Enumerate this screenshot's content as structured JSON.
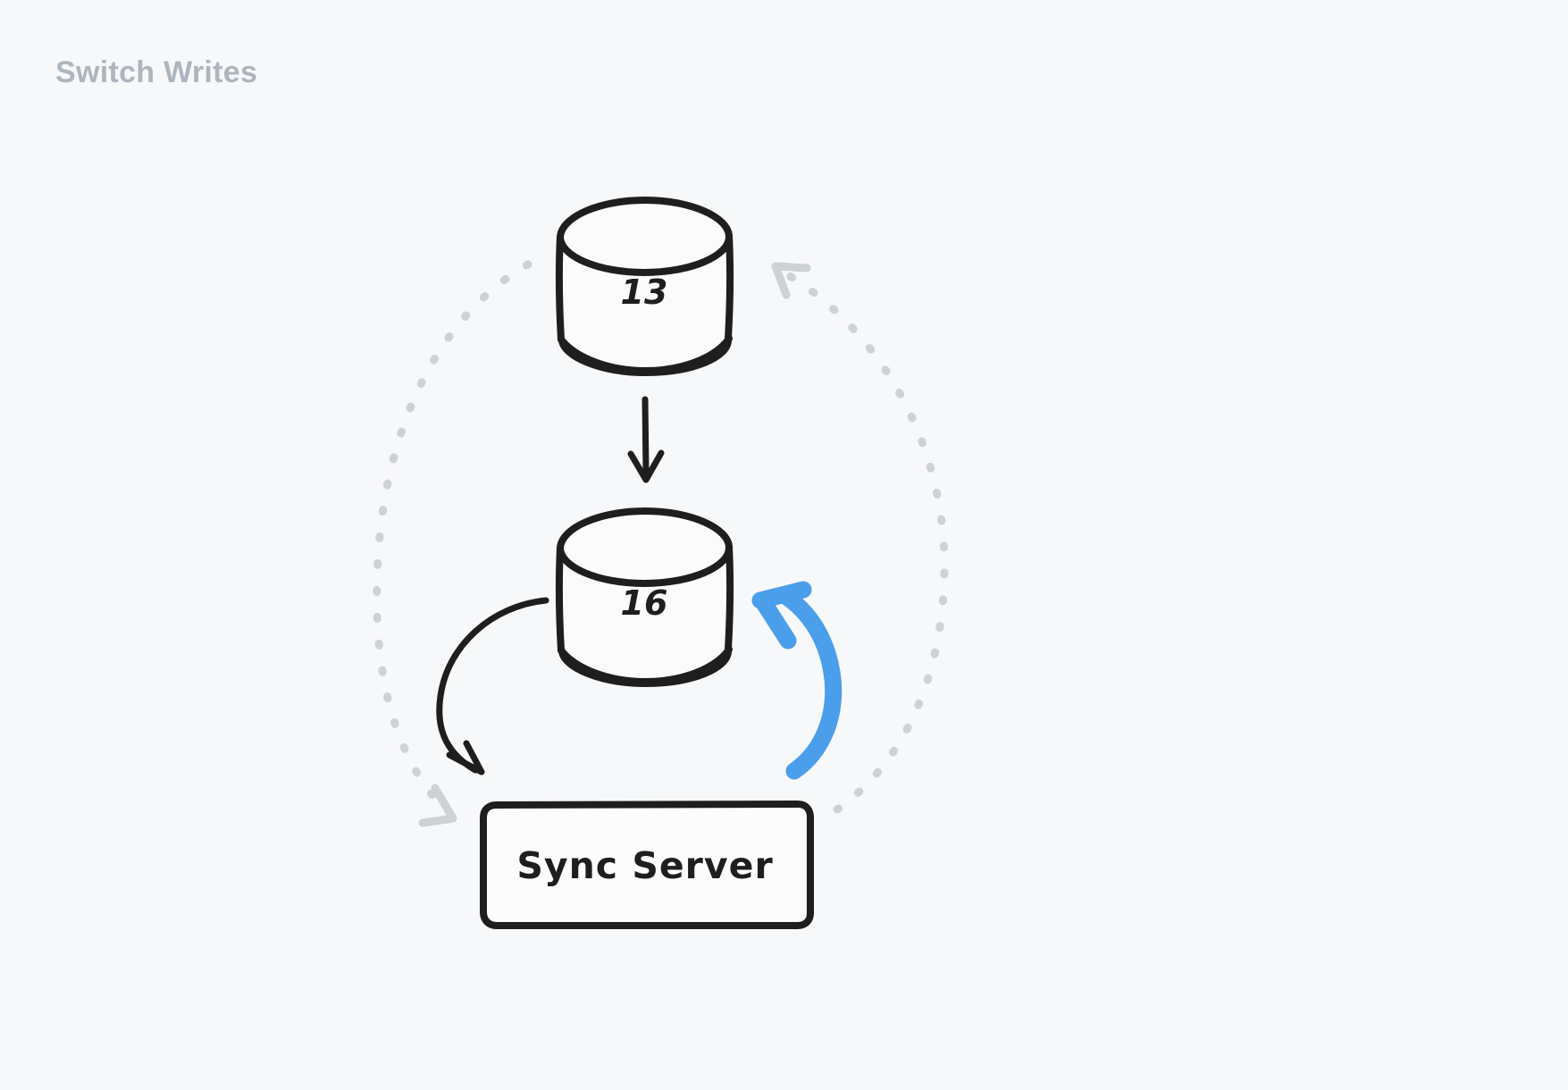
{
  "page": {
    "title": "Switch Writes",
    "background_color": "#f7f8fa",
    "title_color": "#adb5bd"
  },
  "diagram": {
    "style": "hand-drawn-sketch",
    "nodes": [
      {
        "id": "db-top",
        "type": "database-cylinder",
        "label": "13",
        "stroke_color": "#1e1e1e"
      },
      {
        "id": "db-bottom",
        "type": "database-cylinder",
        "label": "16",
        "stroke_color": "#1e1e1e"
      },
      {
        "id": "sync-server",
        "type": "rectangle",
        "label": "Sync Server",
        "stroke_color": "#1e1e1e"
      }
    ],
    "edges": [
      {
        "id": "edge-db13-to-db16",
        "from": "db-top",
        "to": "db-bottom",
        "style": "solid",
        "color": "#1e1e1e",
        "arrow": "end"
      },
      {
        "id": "edge-db16-to-sync",
        "from": "db-bottom",
        "to": "sync-server",
        "style": "solid-curved",
        "color": "#1e1e1e",
        "arrow": "end"
      },
      {
        "id": "edge-sync-to-db16",
        "from": "sync-server",
        "to": "db-bottom",
        "style": "solid-curved-highlight",
        "color": "#4a9eea",
        "arrow": "end"
      },
      {
        "id": "edge-db13-to-sync-dashed",
        "from": "db-top",
        "to": "sync-server",
        "style": "dashed",
        "color": "#cfd2d4",
        "arrow": "end"
      },
      {
        "id": "edge-sync-to-db13-dashed",
        "from": "sync-server",
        "to": "db-top",
        "style": "dashed",
        "color": "#cfd2d4",
        "arrow": "end"
      }
    ]
  }
}
